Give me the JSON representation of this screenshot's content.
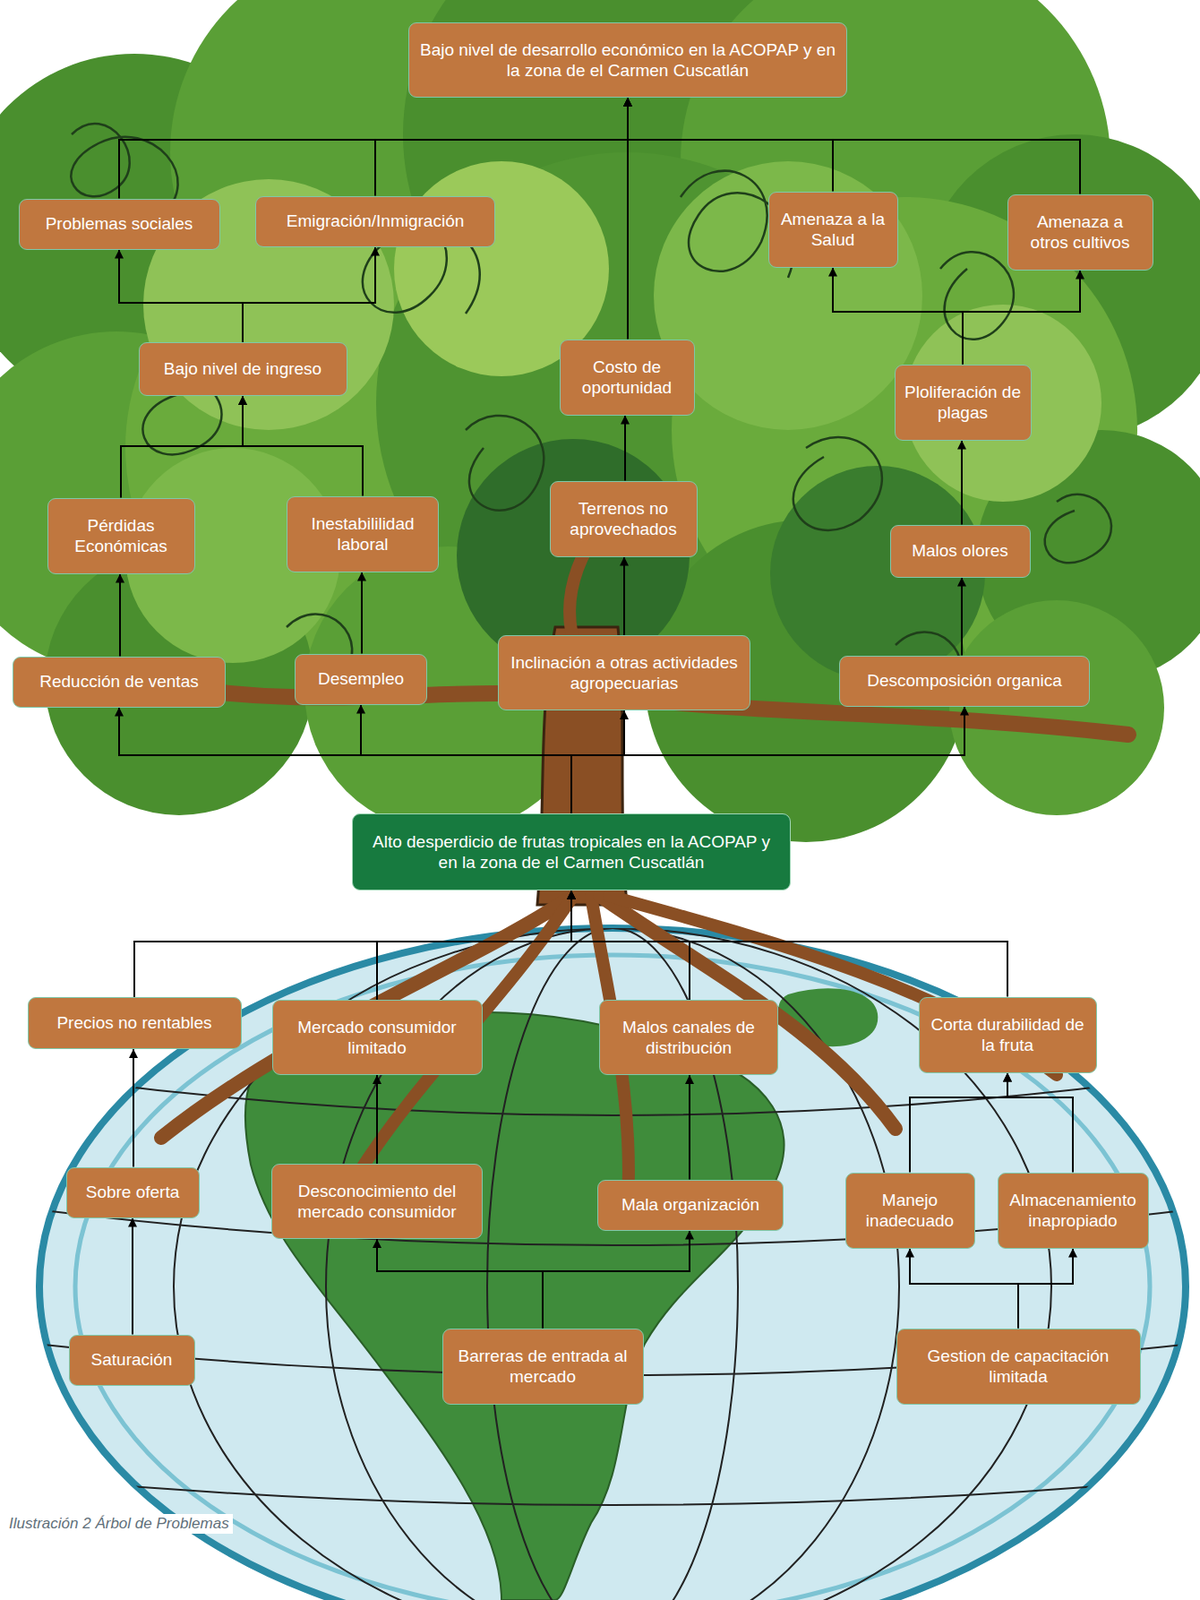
{
  "diagram": {
    "caption": "Ilustración 2 Árbol de Problemas",
    "nodes": [
      {
        "text": [
          "Bajo nivel de desarrollo económico en la ACOPAP y en la zona de el Carmen Cuscatlán"
        ]
      },
      {
        "text": [
          "Problemas sociales"
        ]
      },
      {
        "text": [
          "Emigración/Inmigración"
        ]
      },
      {
        "text": [
          "Amenaza a la Salud"
        ]
      },
      {
        "text": [
          "Amenaza a otros cultivos"
        ]
      },
      {
        "text": [
          "Bajo nivel de ingreso"
        ]
      },
      {
        "text": [
          "Costo de oportunidad"
        ]
      },
      {
        "text": [
          "Ploliferación de plagas"
        ]
      },
      {
        "text": [
          "Pérdidas Económicas"
        ]
      },
      {
        "text": [
          "Inestabililidad laboral"
        ]
      },
      {
        "text": [
          "Terrenos no aprovechados"
        ]
      },
      {
        "text": [
          "Malos olores"
        ]
      },
      {
        "text": [
          "Reducción de ventas"
        ]
      },
      {
        "text": [
          "Desempleo"
        ]
      },
      {
        "text": [
          "Inclinación a otras actividades agropecuarias"
        ]
      },
      {
        "text": [
          "Descomposición organica"
        ]
      },
      {
        "text": [
          "Alto desperdicio de frutas tropicales en la ACOPAP y en la zona de el Carmen Cuscatlán"
        ]
      },
      {
        "text": [
          "Precios no rentables"
        ]
      },
      {
        "text": [
          "Mercado consumidor limitado"
        ]
      },
      {
        "text": [
          "Malos canales de distribución"
        ]
      },
      {
        "text": [
          "Corta durabilidad de la fruta"
        ]
      },
      {
        "text": [
          "Sobre oferta"
        ]
      },
      {
        "text": [
          "Desconocimiento del mercado consumidor"
        ]
      },
      {
        "text": [
          "Mala organización"
        ]
      },
      {
        "text": [
          "Manejo inadecuado"
        ]
      },
      {
        "text": [
          "Almacenamiento inapropiado"
        ]
      },
      {
        "text": [
          "Saturación"
        ]
      },
      {
        "text": [
          "Barreras de entrada al mercado"
        ]
      },
      {
        "text": [
          "Gestion de capacitación limitada"
        ]
      }
    ],
    "edges": [
      {
        "from": 16,
        "to": 12,
        "arrow": "to"
      },
      {
        "from": 16,
        "to": 13,
        "arrow": "to"
      },
      {
        "from": 16,
        "to": 14,
        "arrow": "to"
      },
      {
        "from": 16,
        "to": 15,
        "arrow": "to"
      },
      {
        "from": 12,
        "to": 8,
        "arrow": "to"
      },
      {
        "from": 13,
        "to": 9,
        "arrow": "to"
      },
      {
        "from": 14,
        "to": 10,
        "arrow": "to"
      },
      {
        "from": 15,
        "to": 11,
        "arrow": "to"
      },
      {
        "from": 8,
        "to": 5,
        "arrow": "to"
      },
      {
        "from": 9,
        "to": 5,
        "arrow": "to"
      },
      {
        "from": 10,
        "to": 6,
        "arrow": "to"
      },
      {
        "from": 11,
        "to": 7,
        "arrow": "to"
      },
      {
        "from": 5,
        "to": 1,
        "arrow": "to"
      },
      {
        "from": 5,
        "to": 2,
        "arrow": "to"
      },
      {
        "from": 7,
        "to": 3,
        "arrow": "to"
      },
      {
        "from": 7,
        "to": 4,
        "arrow": "to"
      },
      {
        "from": 6,
        "to": 0,
        "arrow": "to"
      },
      {
        "from": 1,
        "to": 0,
        "arrow": "to"
      },
      {
        "from": 2,
        "to": 0,
        "arrow": "to"
      },
      {
        "from": 3,
        "to": 0,
        "arrow": "to"
      },
      {
        "from": 4,
        "to": 0,
        "arrow": "to"
      },
      {
        "from": 17,
        "to": 16,
        "arrow": "to"
      },
      {
        "from": 18,
        "to": 16,
        "arrow": "to"
      },
      {
        "from": 19,
        "to": 16,
        "arrow": "to"
      },
      {
        "from": 20,
        "to": 16,
        "arrow": "to"
      },
      {
        "from": 21,
        "to": 17,
        "arrow": "to"
      },
      {
        "from": 26,
        "to": 21,
        "arrow": "to"
      },
      {
        "from": 22,
        "to": 18,
        "arrow": "to"
      },
      {
        "from": 23,
        "to": 19,
        "arrow": "to"
      },
      {
        "from": 27,
        "to": 22,
        "arrow": "to"
      },
      {
        "from": 27,
        "to": 23,
        "arrow": "to"
      },
      {
        "from": 24,
        "to": 20,
        "arrow": "to"
      },
      {
        "from": 25,
        "to": 20,
        "arrow": "to"
      },
      {
        "from": 28,
        "to": 24,
        "arrow": "to"
      },
      {
        "from": 28,
        "to": 25,
        "arrow": "to"
      }
    ]
  }
}
